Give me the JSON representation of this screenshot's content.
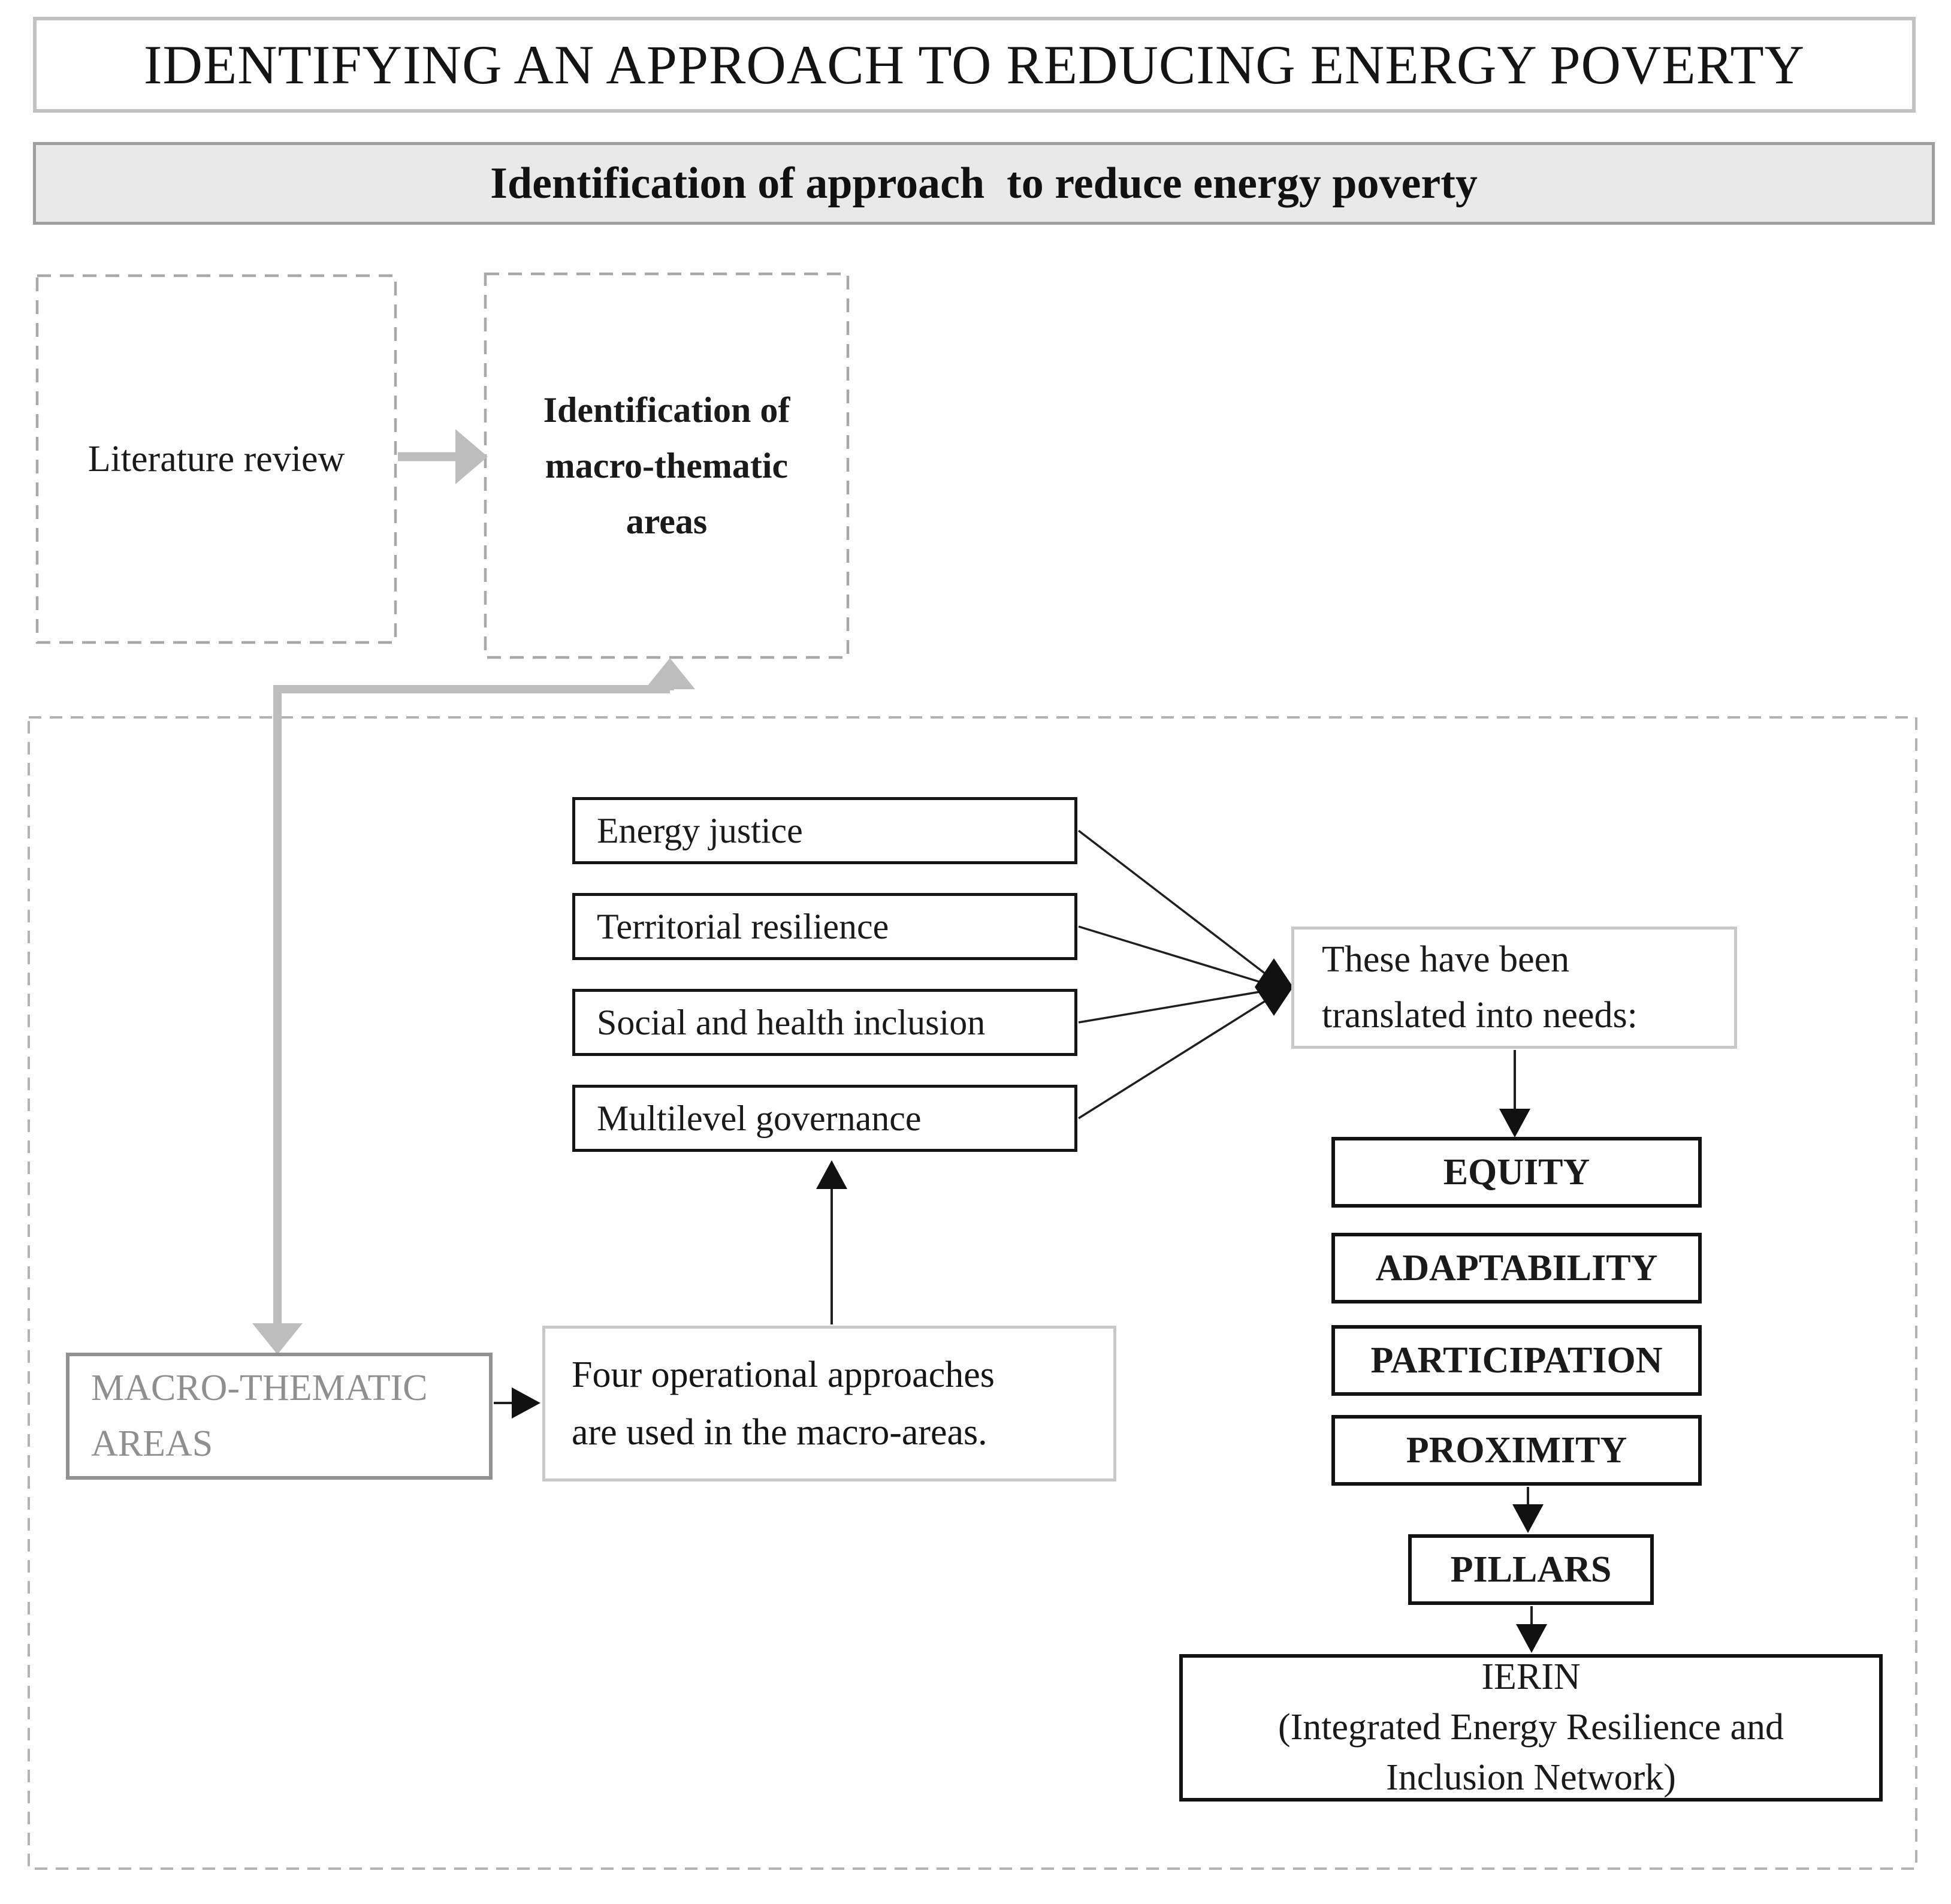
{
  "figure": {
    "title": "IDENTIFYING AN APPROACH TO REDUCING ENERGY POVERTY",
    "subtitle": "Identification of approach  to reduce energy poverty"
  },
  "top_flow": {
    "literature_label": "Literature review",
    "identification_lines": [
      "Identification of",
      "macro-thematic",
      "areas"
    ]
  },
  "themes": [
    {
      "label": "Energy justice"
    },
    {
      "label": "Territorial resilience"
    },
    {
      "label": "Social and health inclusion"
    },
    {
      "label": "Multilevel governance"
    }
  ],
  "needs_intro": {
    "lines": [
      "These have been",
      "translated into needs:"
    ]
  },
  "needs": [
    {
      "label": "EQUITY"
    },
    {
      "label": "ADAPTABILITY"
    },
    {
      "label": "PARTICIPATION"
    },
    {
      "label": "PROXIMITY"
    }
  ],
  "pillars": {
    "label": "PILLARS"
  },
  "ierin": {
    "lines": [
      "IERIN",
      "(Integrated Energy Resilience and",
      "Inclusion Network)"
    ]
  },
  "macro_areas": {
    "lines": [
      "MACRO-THEMATIC",
      "AREAS"
    ]
  },
  "operational": {
    "lines": [
      "Four operational approaches",
      "are used in the macro-areas."
    ]
  },
  "colors": {
    "text_black": "#141414",
    "gray_text": "#8f8f8f",
    "gray_arrow": "#bdbdbd",
    "dashed_border": "#a8a8a8",
    "container_dashed_border": "#b3b3b3",
    "light_box_border": "#c9c9c9",
    "gray_box_border": "#919191",
    "solid_box_border": "#121212",
    "subtitle_bg": "#e9e9e9",
    "title_border": "#c2c2c2",
    "subtitle_border": "#9e9e9e"
  }
}
